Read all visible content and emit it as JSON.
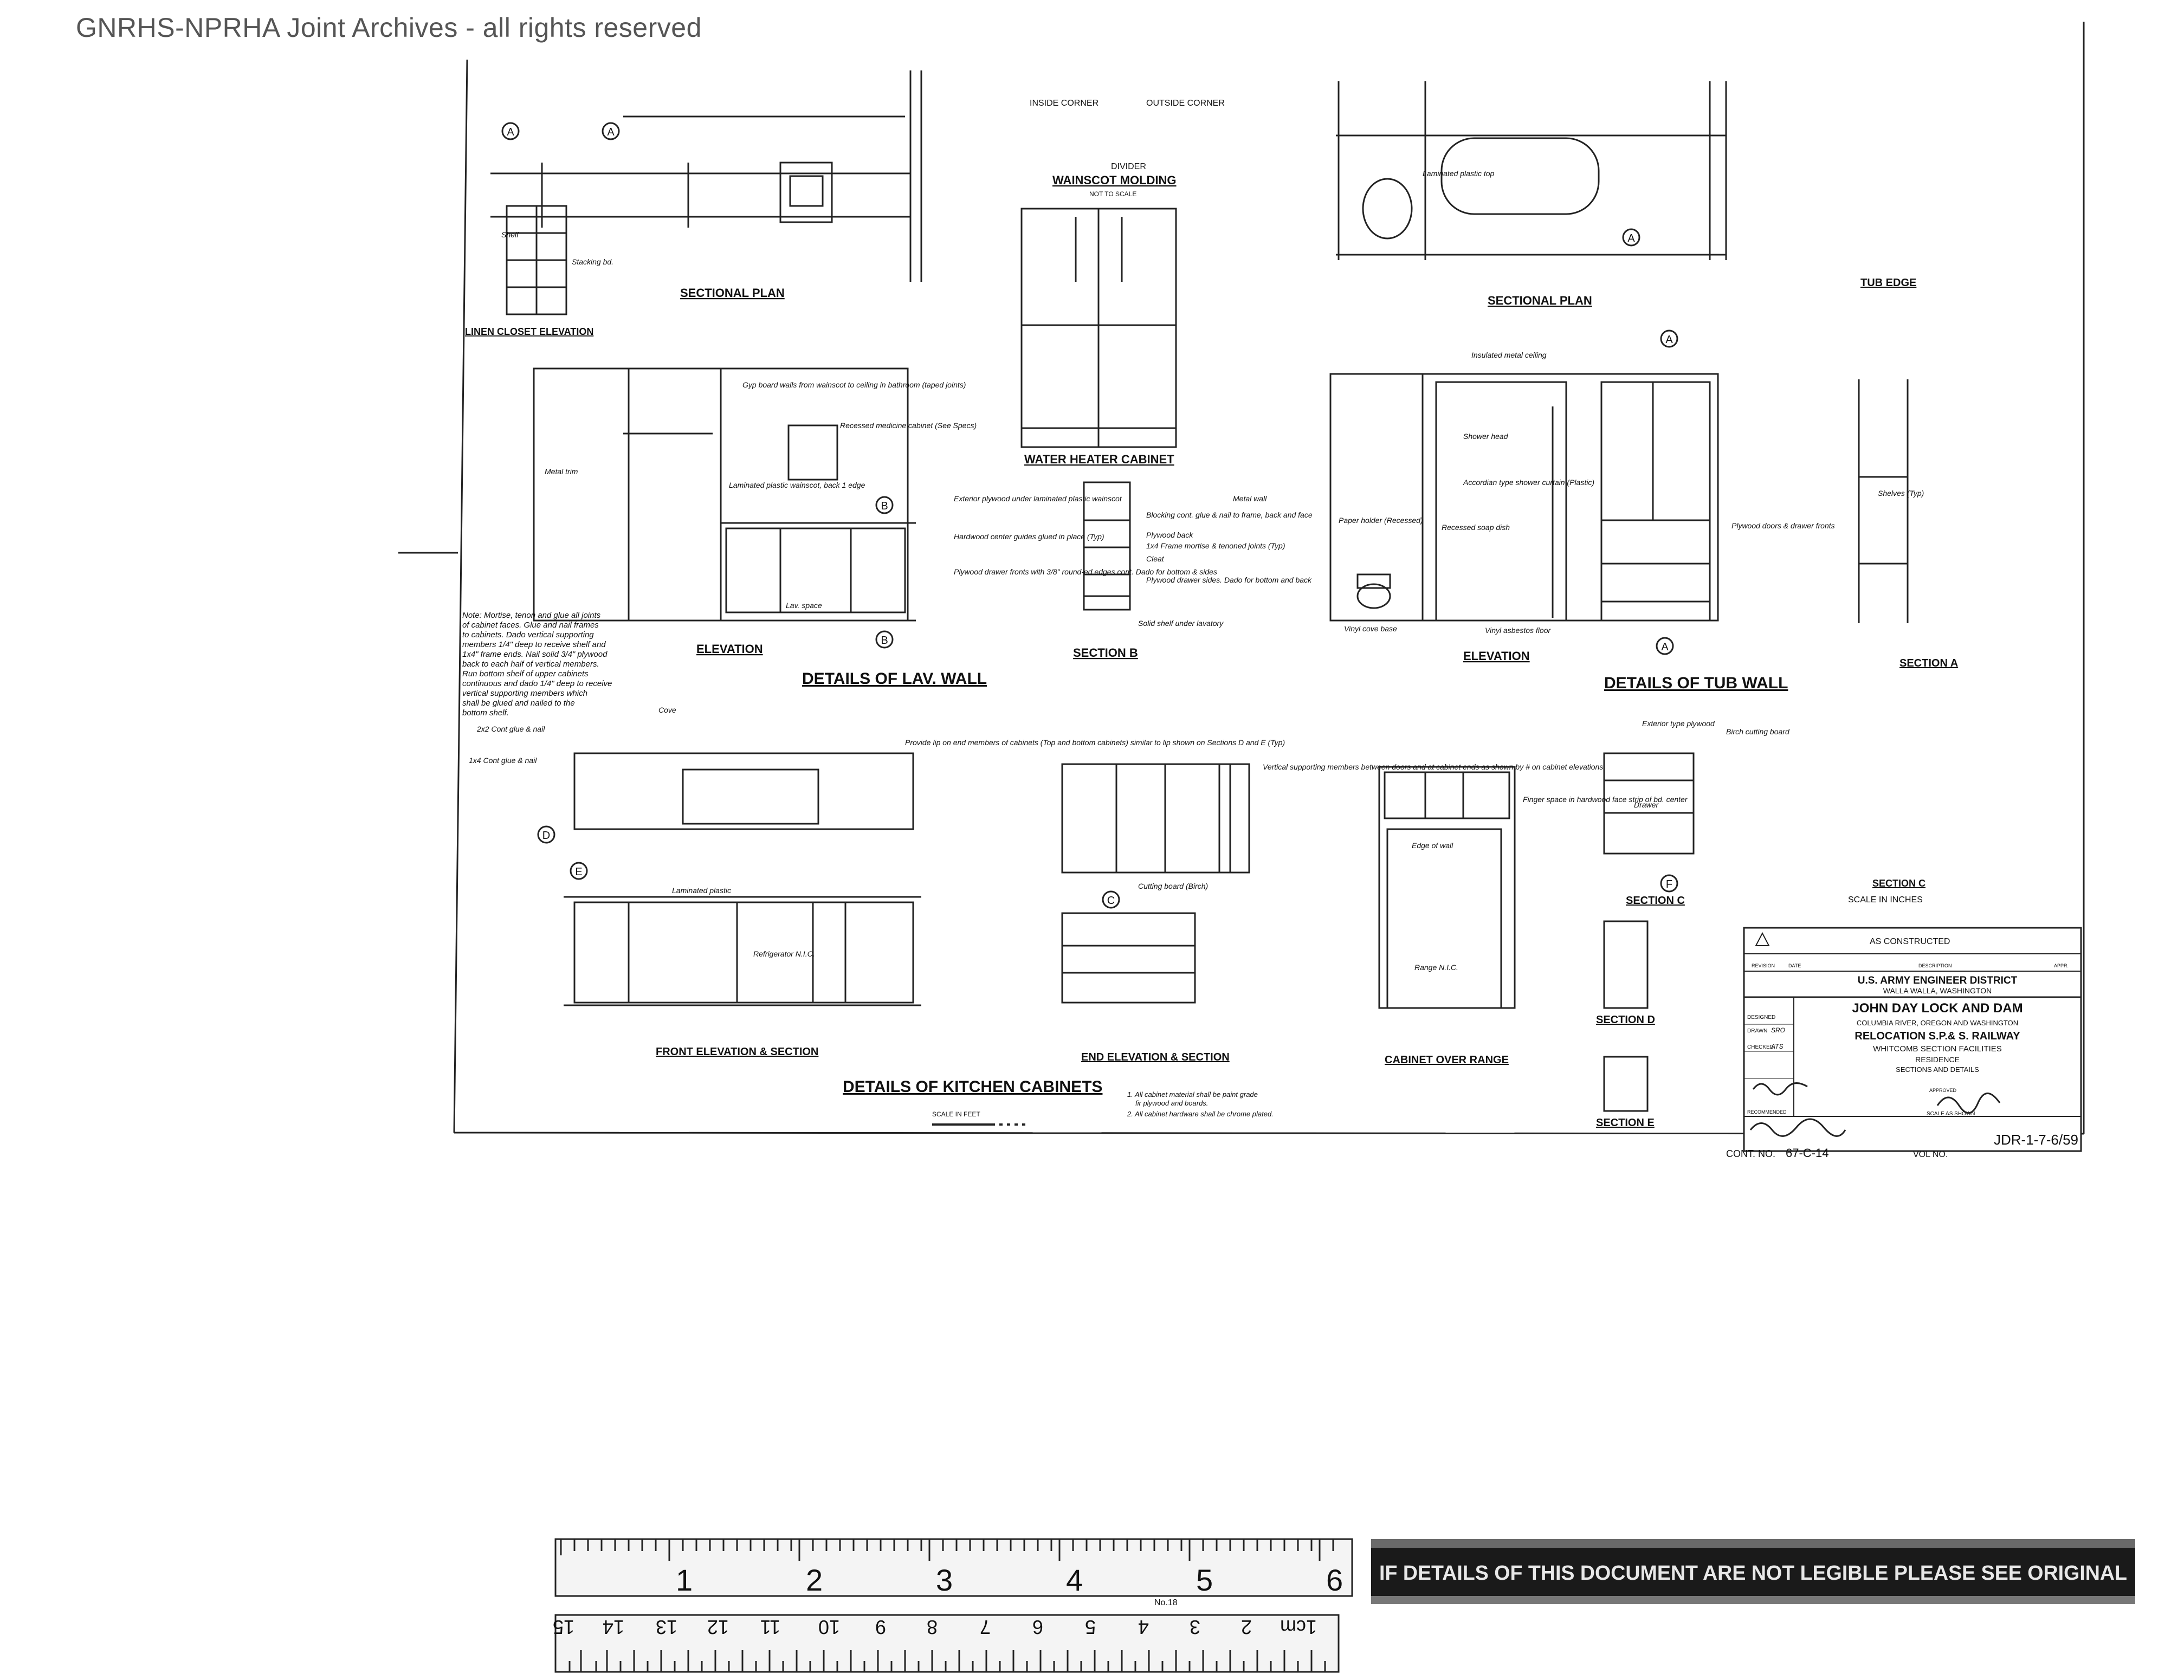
{
  "watermark": "GNRHS-NPRHA Joint Archives - all rights reserved",
  "views": {
    "sectional_plan_left": "SECTIONAL PLAN",
    "linen_closet_elevation": "LINEN CLOSET ELEVATION",
    "inside_corner": "INSIDE CORNER",
    "outside_corner": "OUTSIDE CORNER",
    "divider": "DIVIDER",
    "wainscot_molding": "WAINSCOT MOLDING",
    "not_to_scale": "NOT TO SCALE",
    "water_heater_cabinet": "WATER HEATER CABINET",
    "elevation_left": "ELEVATION",
    "section_b": "SECTION B",
    "details_lav_wall": "DETAILS OF LAV. WALL",
    "sectional_plan_right": "SECTIONAL PLAN",
    "elevation_right": "ELEVATION",
    "details_tub_wall": "DETAILS OF TUB WALL",
    "tub_edge": "TUB EDGE",
    "section_a": "SECTION A",
    "front_elevation_section": "FRONT ELEVATION & SECTION",
    "end_elevation_section": "END ELEVATION & SECTION",
    "cabinet_over_range": "CABINET OVER RANGE",
    "details_kitchen_cabinets": "DETAILS OF KITCHEN CABINETS",
    "scale_in_feet": "SCALE IN FEET",
    "section_c": "SECTION C",
    "section_d": "SECTION D",
    "section_e": "SECTION E",
    "scale_in_inches": "SCALE IN INCHES"
  },
  "annotations": {
    "lav_note": [
      "Note: Mortise, tenon and glue all joints",
      "of cabinet faces. Glue and nail frames",
      "to cabinets. Dado vertical supporting",
      "members 1/4\" deep to receive shelf and",
      "1x4\" frame ends. Nail solid 3/4\" plywood",
      "back to each half of vertical members.",
      "Run bottom shelf of upper cabinets",
      "continuous and dado 1/4\" deep to receive",
      "vertical supporting members which",
      "shall be glued and nailed to the",
      "bottom shelf."
    ],
    "kitchen_notes": [
      "1. All cabinet material shall be paint grade",
      "fir plywood and boards.",
      "2. All cabinet hardware shall be chrome plated."
    ],
    "labels": [
      "Metal trim",
      "Laminated plastic wainscot, back 1 edge",
      "Recessed medicine cabinet (See Specs)",
      "Gyp board walls from wainscot to ceiling in bathroom (taped joints)",
      "Insulated metal ceiling",
      "Shower head",
      "Accordian type shower curtain (Plastic)",
      "Recessed soap dish",
      "Paper holder (Recessed)",
      "Vinyl asbestos floor",
      "Vinyl cove base",
      "Metal wall",
      "Exterior plywood under laminated plastic wainscot",
      "Hardwood center guides glued in place (Typ)",
      "Plywood drawer fronts with 3/8\" round-ed edges cont. Dado for bottom & sides",
      "Blocking cont. glue & nail to frame, back and face",
      "Plywood back",
      "1x4 Frame mortise & tenoned joints (Typ)",
      "Cleat",
      "Plywood drawer sides. Dado for bottom and back",
      "Solid shelf under lavatory",
      "Edge of wall",
      "Range N.I.C.",
      "Refrigerator N.I.C.",
      "Cutting board (Birch)",
      "Laminated plastic",
      "Finger space in hardwood face strip of bd. center",
      "Drawer",
      "Exterior type plywood",
      "Birch cutting board",
      "Shelves (Typ)",
      "Plywood doors & drawer fronts",
      "Provide lip on end members of cabinets (Top and bottom cabinets) similar to lip shown on Sections D and E (Typ)",
      "Vertical supporting members between doors and at cabinet ends as shown by # on cabinet elevations",
      "Lav. space",
      "Shelf",
      "Stacking bd.",
      "Laminated plastic top",
      "Cove",
      "2x2 Cont glue & nail",
      "1x4 Cont glue & nail"
    ]
  },
  "title_block": {
    "as_constructed": "AS CONSTRUCTED",
    "revision_col": "REVISION",
    "date_col": "DATE",
    "description_col": "DESCRIPTION",
    "approved_col": "APPR.",
    "district": "U.S. ARMY ENGINEER DISTRICT",
    "city": "WALLA WALLA, WASHINGTON",
    "project": "JOHN DAY LOCK AND DAM",
    "location": "COLUMBIA RIVER, OREGON AND WASHINGTON",
    "subject": "RELOCATION S.P.& S. RAILWAY",
    "subtitle": "WHITCOMB SECTION FACILITIES",
    "sheet_title": "RESIDENCE",
    "sheet_subtitle": "SECTIONS AND DETAILS",
    "designed": "DESIGNED",
    "drawn": "DRAWN",
    "checked": "CHECKED",
    "drawn_initials": "SRO",
    "checked_initials": "ATS",
    "recommended": "RECOMMENDED",
    "approved": "APPROVED",
    "scale": "SCALE AS SHOWN",
    "drawing_no": "JDR-1-7-6/59",
    "contract_label": "CONT. NO.",
    "contract_no": "67-C-14",
    "vol_label": "VOL NO."
  },
  "ruler": {
    "inch_labels": [
      "1",
      "2",
      "3",
      "4",
      "5",
      "6"
    ],
    "cm_labels": [
      "1cm",
      "2",
      "3",
      "4",
      "5",
      "6",
      "7",
      "8",
      "9",
      "10",
      "11",
      "12",
      "13",
      "14",
      "15"
    ],
    "model": "No.18",
    "notice": "IF DETAILS OF THIS DOCUMENT ARE NOT LEGIBLE PLEASE SEE ORIGINAL"
  }
}
